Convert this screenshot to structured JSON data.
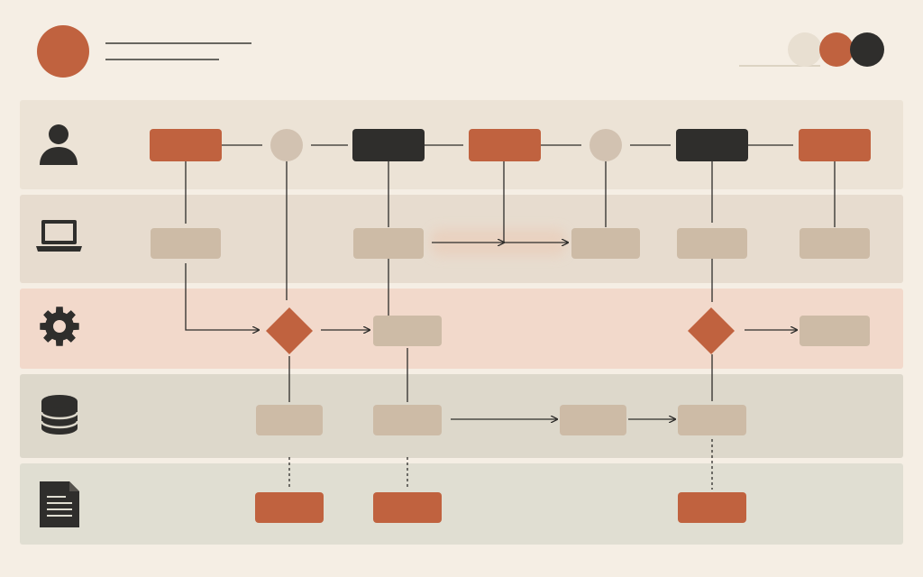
{
  "colors": {
    "background": "#F5EEE4",
    "accent": "#C0623F",
    "dark": "#2F2E2C",
    "neutral_node": "#CDBBA6",
    "connector_dot": "#D2C2B1",
    "line": "#2E2D2B",
    "lane_user": "#ECE3D6",
    "lane_device": "#E7DCCF",
    "lane_process": "#F2D9CB",
    "lane_database": "#DDD8CB",
    "lane_document": "#E0DED2"
  },
  "header": {
    "logo_icon": "circle-logo",
    "theme_swatches": [
      "#E8DFD1",
      "#C0623F",
      "#2F2E2C"
    ]
  },
  "lanes": [
    {
      "id": "user",
      "icon": "user-icon"
    },
    {
      "id": "device",
      "icon": "laptop-icon"
    },
    {
      "id": "process",
      "icon": "gear-icon"
    },
    {
      "id": "database",
      "icon": "database-icon"
    },
    {
      "id": "document",
      "icon": "document-icon"
    }
  ],
  "nodes": [
    {
      "id": "u1",
      "lane": "user",
      "kind": "accent"
    },
    {
      "id": "u2",
      "lane": "user",
      "kind": "connector"
    },
    {
      "id": "u3",
      "lane": "user",
      "kind": "dark"
    },
    {
      "id": "u4",
      "lane": "user",
      "kind": "accent"
    },
    {
      "id": "u5",
      "lane": "user",
      "kind": "connector"
    },
    {
      "id": "u6",
      "lane": "user",
      "kind": "dark"
    },
    {
      "id": "u7",
      "lane": "user",
      "kind": "accent"
    },
    {
      "id": "d1",
      "lane": "device",
      "kind": "neutral"
    },
    {
      "id": "d2",
      "lane": "device",
      "kind": "neutral"
    },
    {
      "id": "d3",
      "lane": "device",
      "kind": "neutral"
    },
    {
      "id": "d4",
      "lane": "device",
      "kind": "neutral"
    },
    {
      "id": "d5",
      "lane": "device",
      "kind": "neutral"
    },
    {
      "id": "p1",
      "lane": "process",
      "kind": "decision"
    },
    {
      "id": "p2",
      "lane": "process",
      "kind": "neutral"
    },
    {
      "id": "p3",
      "lane": "process",
      "kind": "decision"
    },
    {
      "id": "p4",
      "lane": "process",
      "kind": "neutral"
    },
    {
      "id": "b1",
      "lane": "database",
      "kind": "neutral"
    },
    {
      "id": "b2",
      "lane": "database",
      "kind": "neutral"
    },
    {
      "id": "b3",
      "lane": "database",
      "kind": "neutral"
    },
    {
      "id": "b4",
      "lane": "database",
      "kind": "neutral"
    },
    {
      "id": "o1",
      "lane": "document",
      "kind": "accent"
    },
    {
      "id": "o2",
      "lane": "document",
      "kind": "accent"
    },
    {
      "id": "o3",
      "lane": "document",
      "kind": "accent"
    }
  ],
  "edges": [
    {
      "from": "u1",
      "to": "u2",
      "style": "solid"
    },
    {
      "from": "u2",
      "to": "u3",
      "style": "solid"
    },
    {
      "from": "u3",
      "to": "u4",
      "style": "solid"
    },
    {
      "from": "u4",
      "to": "u5",
      "style": "solid"
    },
    {
      "from": "u5",
      "to": "u6",
      "style": "solid"
    },
    {
      "from": "u6",
      "to": "u7",
      "style": "solid"
    },
    {
      "from": "u1",
      "to": "d1",
      "style": "solid"
    },
    {
      "from": "u2",
      "to": "p1",
      "style": "solid"
    },
    {
      "from": "u3",
      "to": "d2",
      "style": "solid"
    },
    {
      "from": "u4",
      "to": "d3",
      "style": "arrow"
    },
    {
      "from": "d2",
      "to": "d3",
      "style": "arrow"
    },
    {
      "from": "u5",
      "to": "d3",
      "style": "solid"
    },
    {
      "from": "u6",
      "to": "d4",
      "style": "solid"
    },
    {
      "from": "u7",
      "to": "d5",
      "style": "solid"
    },
    {
      "from": "d1",
      "to": "p1",
      "style": "arrow"
    },
    {
      "from": "d2",
      "to": "p2",
      "style": "solid"
    },
    {
      "from": "p1",
      "to": "p2",
      "style": "arrow"
    },
    {
      "from": "d4",
      "to": "p3",
      "style": "solid"
    },
    {
      "from": "p3",
      "to": "p4",
      "style": "arrow"
    },
    {
      "from": "p1",
      "to": "b1",
      "style": "solid"
    },
    {
      "from": "p2",
      "to": "b2",
      "style": "solid"
    },
    {
      "from": "b2",
      "to": "b3",
      "style": "arrow"
    },
    {
      "from": "b3",
      "to": "b4",
      "style": "arrow"
    },
    {
      "from": "p3",
      "to": "b4",
      "style": "solid"
    },
    {
      "from": "b1",
      "to": "o1",
      "style": "dashed"
    },
    {
      "from": "b2",
      "to": "o2",
      "style": "dashed"
    },
    {
      "from": "b4",
      "to": "o3",
      "style": "dashed"
    }
  ]
}
